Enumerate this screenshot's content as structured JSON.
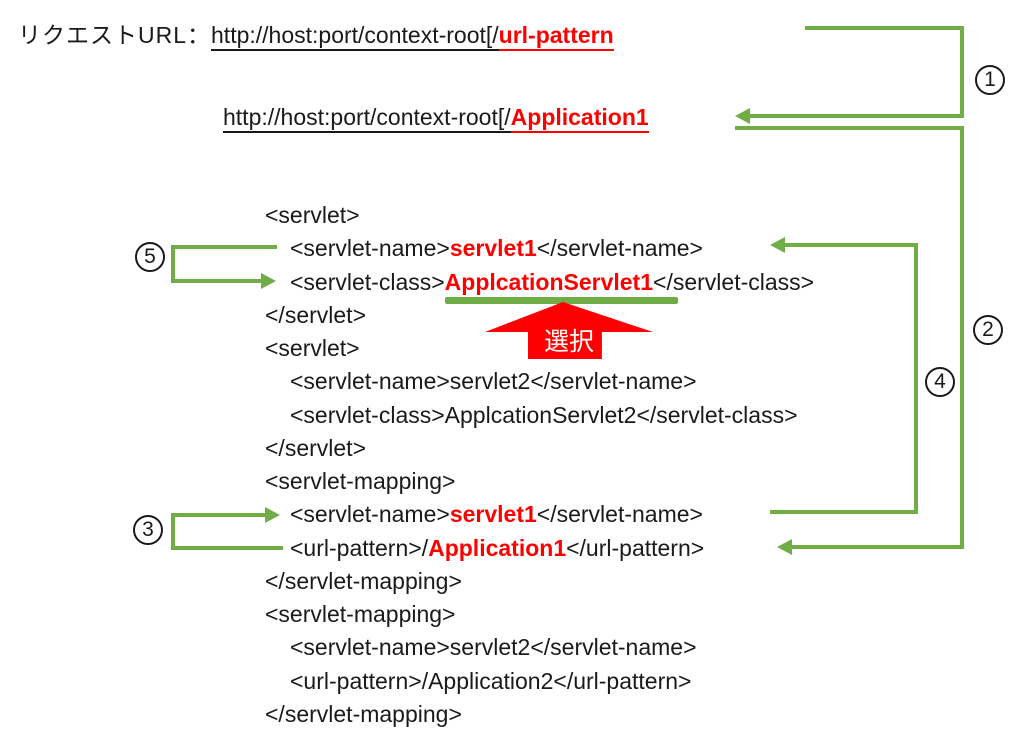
{
  "colors": {
    "green": "#70ad47",
    "red": "#ff0000",
    "ink": "#1a1a1a"
  },
  "header": {
    "request_label": "リクエストURL：",
    "url_template": {
      "base": "http://host:port/context-root[/",
      "highlight": "url-pattern"
    },
    "url_example": {
      "base": "http://host:port/context-root[/",
      "highlight": "Application1"
    }
  },
  "selection_arrow": {
    "label": "選択"
  },
  "steps": {
    "s1": "1",
    "s2": "2",
    "s3": "3",
    "s4": "4",
    "s5": "5"
  },
  "code": {
    "lines": [
      {
        "indent": 0,
        "pre": "<servlet>"
      },
      {
        "indent": 1,
        "pre": "<servlet-name>",
        "red": "servlet1",
        "post": "</servlet-name>"
      },
      {
        "indent": 1,
        "pre": "<servlet-class>",
        "red": "ApplcationServlet1",
        "post": "</servlet-class>"
      },
      {
        "indent": 0,
        "pre": "</servlet>"
      },
      {
        "indent": 0,
        "pre": "<servlet>"
      },
      {
        "indent": 1,
        "pre": "<servlet-name>servlet2</servlet-name>"
      },
      {
        "indent": 1,
        "pre": "<servlet-class>ApplcationServlet2</servlet-class>"
      },
      {
        "indent": 0,
        "pre": "</servlet>"
      },
      {
        "indent": 0,
        "pre": "<servlet-mapping>"
      },
      {
        "indent": 1,
        "pre": "<servlet-name>",
        "red": "servlet1",
        "post": "</servlet-name>"
      },
      {
        "indent": 1,
        "pre": "<url-pattern>/",
        "red": "Application1",
        "post": "</url-pattern>"
      },
      {
        "indent": 0,
        "pre": "</servlet-mapping>"
      },
      {
        "indent": 0,
        "pre": "<servlet-mapping>"
      },
      {
        "indent": 1,
        "pre": "<servlet-name>servlet2</servlet-name>"
      },
      {
        "indent": 1,
        "pre": "<url-pattern>/Application2</url-pattern>"
      },
      {
        "indent": 0,
        "pre": "</servlet-mapping>"
      }
    ]
  }
}
